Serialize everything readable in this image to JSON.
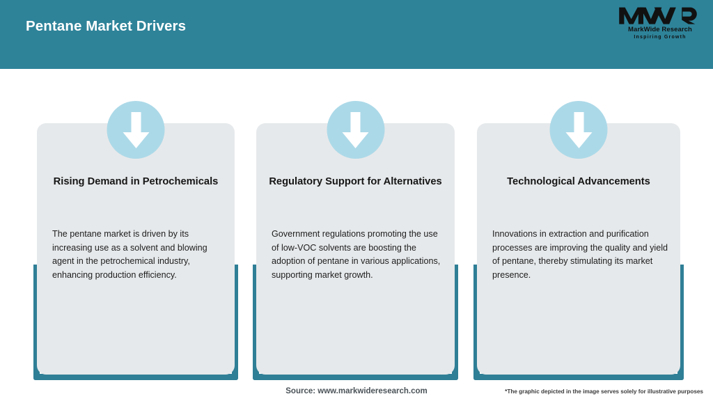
{
  "header": {
    "title": "Pentane Market Drivers",
    "bar_color": "#2e8399"
  },
  "logo": {
    "mark": "MWR",
    "name": "MarkWide Research",
    "tagline": "Inspiring Growth"
  },
  "theme": {
    "teal": "#2e8399",
    "bracket_teal": "#2f7f96",
    "card_bg": "#e6e9eb",
    "circle_blue": "#acd9e8",
    "arrow_white": "#ffffff"
  },
  "cards": [
    {
      "icon": "arrow-down-icon",
      "title": "Rising Demand in Petrochemicals",
      "body": "The pentane market is driven by its increasing use as a solvent and blowing agent in the petrochemical industry, enhancing production efficiency."
    },
    {
      "icon": "arrow-down-icon",
      "title": "Regulatory Support for Alternatives",
      "body": "Government regulations promoting the use of low-VOC solvents are boosting the adoption of pentane in various applications, supporting market growth."
    },
    {
      "icon": "arrow-down-icon",
      "title": "Technological Advancements",
      "body": "Innovations in extraction and purification processes are improving the quality and yield of pentane, thereby stimulating its market presence."
    }
  ],
  "footer": {
    "source": "Source: www.markwideresearch.com",
    "disclaimer": "*The graphic depicted in the image serves solely for illustrative purposes"
  }
}
